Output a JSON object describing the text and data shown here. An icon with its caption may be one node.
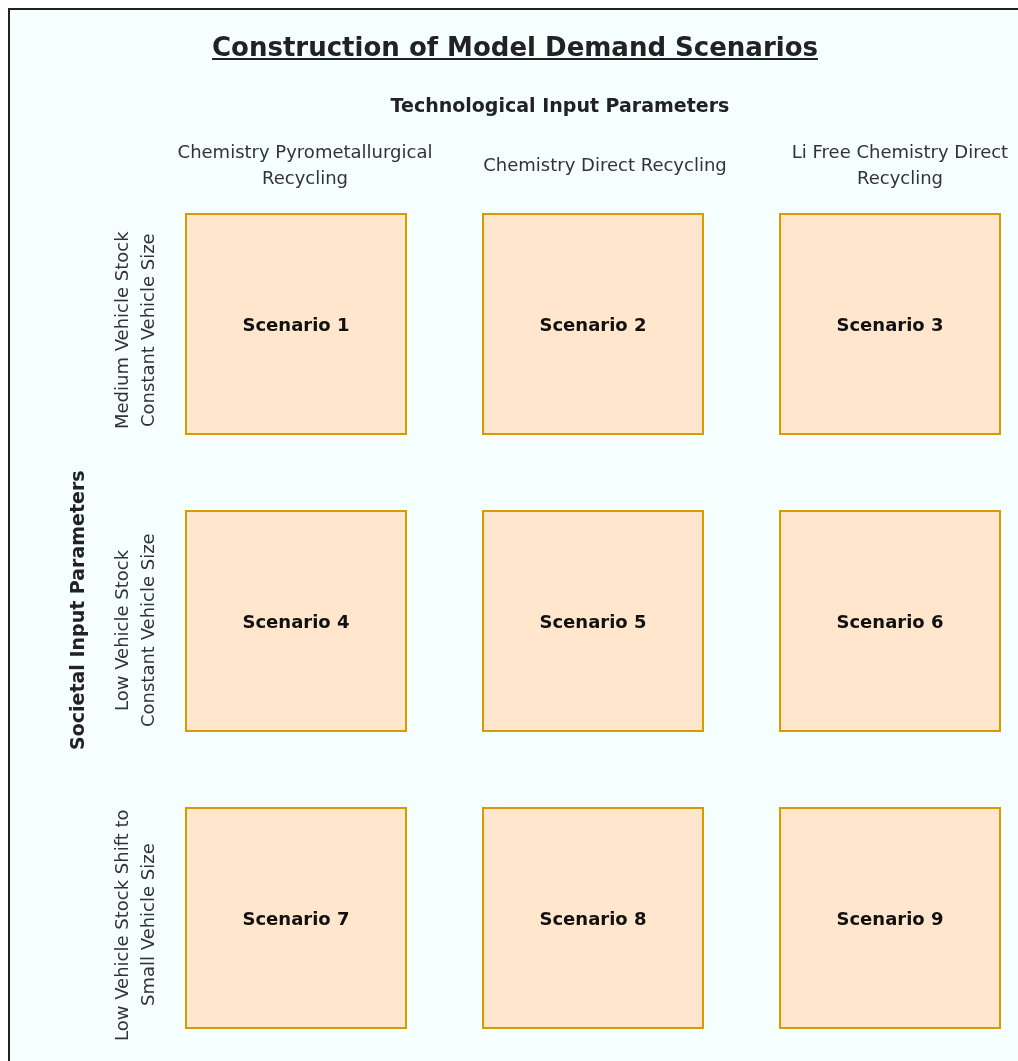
{
  "diagram": {
    "title": "Construction of Model Demand Scenarios",
    "nodes": [
      {
        "text": [
          "Scenario 1"
        ]
      },
      {
        "text": [
          "Scenario 2"
        ]
      },
      {
        "text": [
          "Scenario 3"
        ]
      },
      {
        "text": [
          "Scenario 4"
        ]
      },
      {
        "text": [
          "Scenario 5"
        ]
      },
      {
        "text": [
          "Scenario 6"
        ]
      },
      {
        "text": [
          "Scenario 7"
        ]
      },
      {
        "text": [
          "Scenario 8"
        ]
      },
      {
        "text": [
          "Scenario 9"
        ]
      }
    ],
    "labels": [
      "Technological Input Parameters",
      "Chemistry Pyrometallurgical Recycling",
      "Chemistry Direct Recycling",
      "Li Free Chemistry Direct Recycling",
      "Societal Input Parameters",
      "Medium Vehicle Stock Constant Vehicle Size",
      "Low Vehicle Stock Constant Vehicle Size",
      "Low Vehicle Stock Shift to Small Vehicle Size"
    ]
  }
}
